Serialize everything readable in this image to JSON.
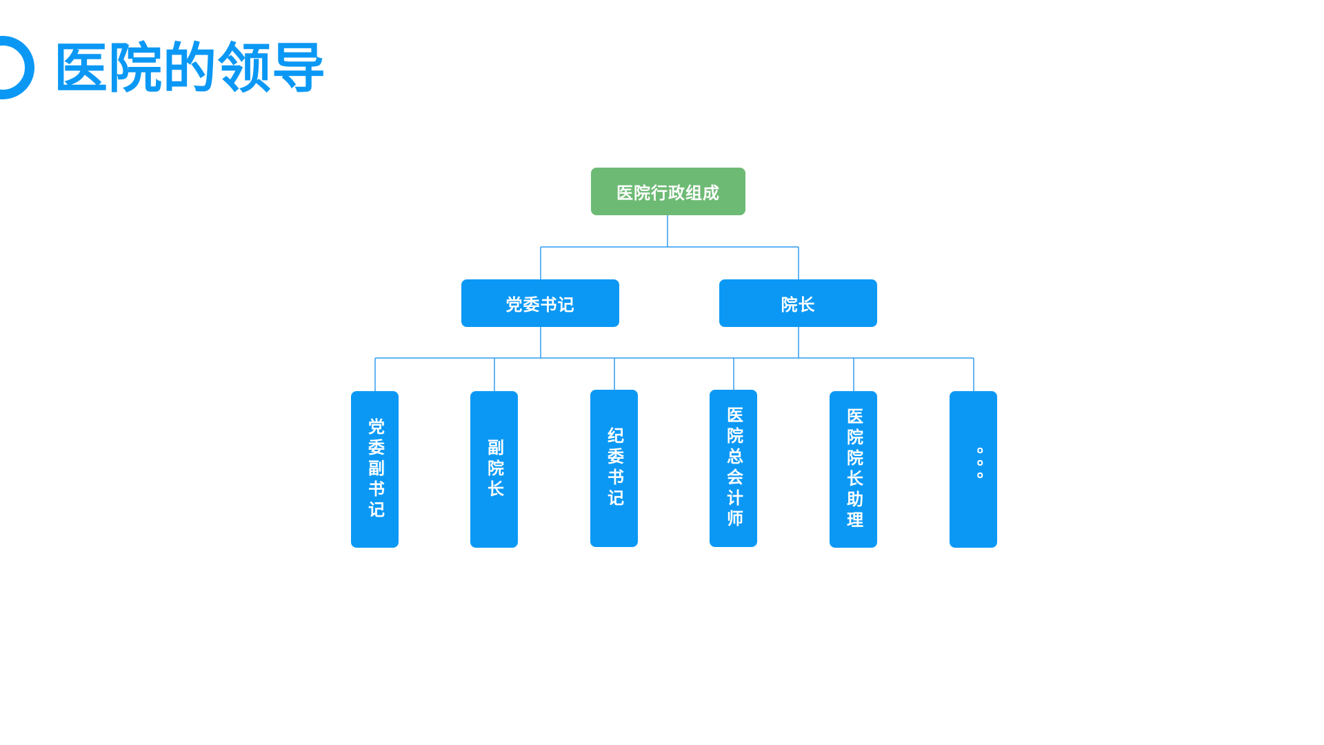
{
  "slide": {
    "title": "医院的领导"
  },
  "colors": {
    "accent": "#0b98f5",
    "root_node": "#6dba74",
    "connector": "#2d9cf0",
    "node_text": "#ffffff"
  },
  "org_chart": {
    "root": "医院行政组成",
    "level2": [
      "党委书记",
      "院长"
    ],
    "level3": [
      "党委副书记",
      "副院长",
      "纪委书记",
      "医院总会计师",
      "医院院长助理",
      "。。。"
    ]
  }
}
